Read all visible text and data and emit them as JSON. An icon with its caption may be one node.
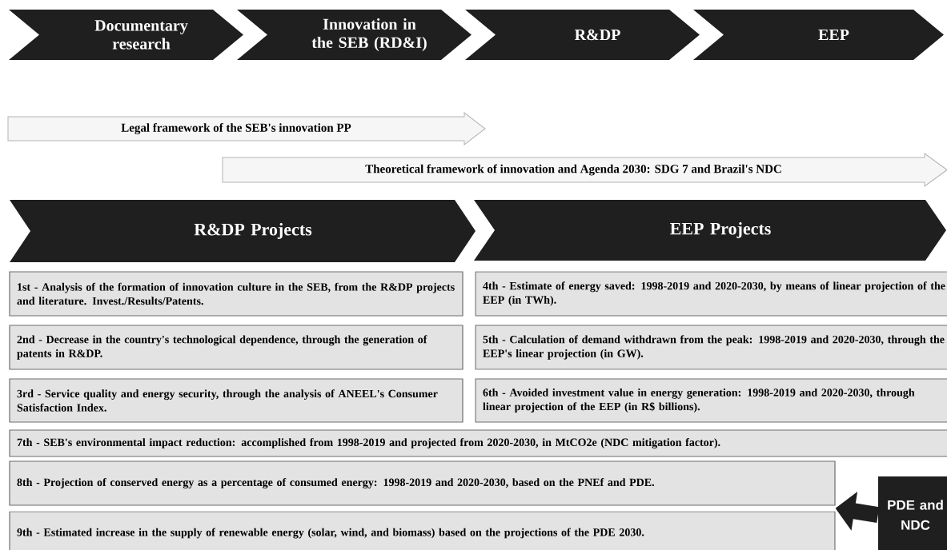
{
  "diagram": {
    "nodes": [
      {
        "text": [
          "Documentary research"
        ]
      },
      {
        "text": [
          "Innovation in the SEB (RD&I)"
        ]
      },
      {
        "text": [
          "R&DP"
        ]
      },
      {
        "text": [
          "EEP"
        ]
      },
      {
        "text": [
          "Legal framework of the SEB's innovation PP"
        ]
      },
      {
        "text": [
          "Theoretical framework of innovation and Agenda 2030: SDG 7 and Brazil's NDC"
        ]
      },
      {
        "text": [
          "R&DP Projects"
        ]
      },
      {
        "text": [
          "EEP Projects"
        ]
      },
      {
        "text": [
          "1st - Analysis of the formation of innovation culture in the SEB, from the R&DP projects and literature. Invest./Results/Patents."
        ]
      },
      {
        "text": [
          "4th - Estimate of energy saved: 1998-2019 and 2020-2030, by means of linear projection of the EEP (in TWh)."
        ]
      },
      {
        "text": [
          "2nd - Decrease in the country's technological dependence, through the generation of patents in R&DP."
        ]
      },
      {
        "text": [
          "5th - Calculation of demand withdrawn from the peak: 1998-2019 and 2020-2030, through the EEP's linear projection (in GW)."
        ]
      },
      {
        "text": [
          "3rd - Service quality and energy security, through the analysis of ANEEL's Consumer Satisfaction Index."
        ]
      },
      {
        "text": [
          "6th - Avoided investment value in energy generation: 1998-2019 and 2020-2030, through linear projection of the EEP (in R$ billions)."
        ]
      },
      {
        "text": [
          "7th - SEB's environmental impact reduction: accomplished from 1998-2019 and projected from 2020-2030, in MtCO2e (NDC mitigation factor)."
        ]
      },
      {
        "text": [
          "8th - Projection of conserved energy as a percentage of consumed energy: 1998-2019 and 2020-2030, based on the PNEf and PDE."
        ]
      },
      {
        "text": [
          "9th - Estimated increase in the supply of renewable energy (solar, wind, and biomass) based on the projections of the PDE 2030."
        ]
      },
      {
        "text": [
          "PDE and NDC"
        ]
      }
    ],
    "edges": [
      {
        "from": 17,
        "to": 15,
        "arrow": "to"
      },
      {
        "from": 17,
        "to": 16,
        "arrow": "to"
      }
    ]
  }
}
